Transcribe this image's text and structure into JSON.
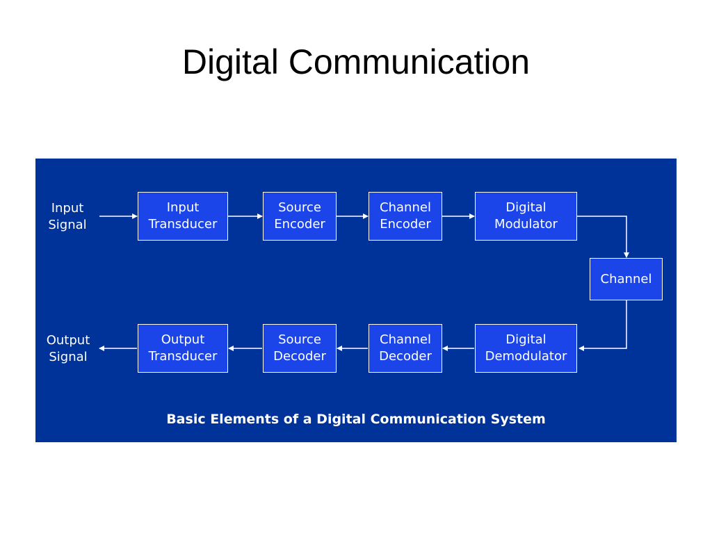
{
  "title": "Digital Communication",
  "diagram": {
    "caption": "Basic Elements of a Digital Communication System",
    "input_label": [
      "Input",
      "Signal"
    ],
    "output_label": [
      "Output",
      "Signal"
    ],
    "top_row": [
      {
        "line1": "Input",
        "line2": "Transducer"
      },
      {
        "line1": "Source",
        "line2": "Encoder"
      },
      {
        "line1": "Channel",
        "line2": "Encoder"
      },
      {
        "line1": "Digital",
        "line2": "Modulator"
      }
    ],
    "channel": "Channel",
    "bottom_row": [
      {
        "line1": "Output",
        "line2": "Transducer"
      },
      {
        "line1": "Source",
        "line2": "Decoder"
      },
      {
        "line1": "Channel",
        "line2": "Decoder"
      },
      {
        "line1": "Digital",
        "line2": "Demodulator"
      }
    ],
    "colors": {
      "panel_bg": "#003399",
      "box_fill": "#1b45e8",
      "line": "#ffffff"
    }
  }
}
